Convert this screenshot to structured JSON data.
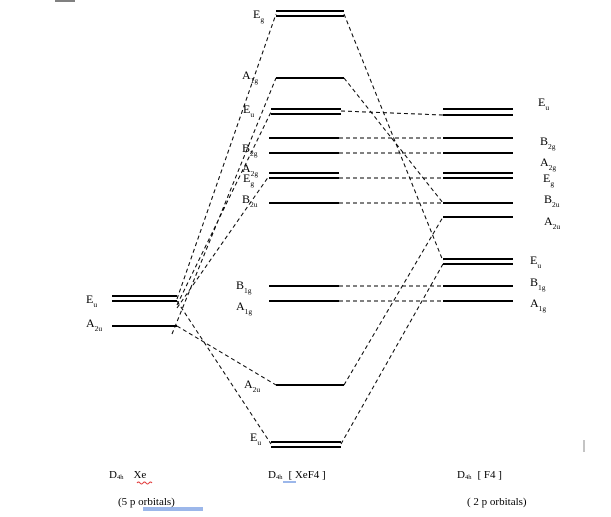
{
  "diagram": {
    "xe_levels": {
      "eu": {
        "main": "E",
        "sub": "u"
      },
      "a2u": {
        "main": "A",
        "sub": "2u"
      }
    },
    "xef4_levels": {
      "eg_top": {
        "main": "E",
        "sub": "g"
      },
      "a1g_upper": {
        "main": "A",
        "sub": "1g"
      },
      "eu": {
        "main": "E",
        "sub": "u"
      },
      "b2g": {
        "main": "B",
        "sub": "2g"
      },
      "a2g": {
        "main": "A",
        "sub": "2g"
      },
      "eg_mid": {
        "main": "E",
        "sub": "g"
      },
      "b2u": {
        "main": "B",
        "sub": "2u"
      },
      "b1g": {
        "main": "B",
        "sub": "1g"
      },
      "a1g_mid": {
        "main": "A",
        "sub": "1g"
      },
      "a2u": {
        "main": "A",
        "sub": "2u"
      },
      "eu_bottom": {
        "main": "E",
        "sub": "u"
      }
    },
    "f4_levels": {
      "eu_top": {
        "main": "E",
        "sub": "u"
      },
      "b2g": {
        "main": "B",
        "sub": "2g"
      },
      "a2g": {
        "main": "A",
        "sub": "2g"
      },
      "eg": {
        "main": "E",
        "sub": "g"
      },
      "b2u": {
        "main": "B",
        "sub": "2u"
      },
      "a2u": {
        "main": "A",
        "sub": "2u"
      },
      "eu": {
        "main": "E",
        "sub": "u"
      },
      "b1g": {
        "main": "B",
        "sub": "1g"
      },
      "a1g": {
        "main": "A",
        "sub": "1g"
      }
    },
    "footer": {
      "xe_group": {
        "main": "D",
        "sub": "4h"
      },
      "xe_name": "Xe",
      "xef4_group": {
        "main": "D",
        "sub": "4h"
      },
      "xef4_name": "[ XeF4 ]",
      "f4_group": {
        "main": "D",
        "sub": "4h"
      },
      "f4_name": "[ F4 ]",
      "xe_orbitals": "(5 p orbitals)",
      "f4_orbitals": "( 2 p orbitals)"
    }
  }
}
